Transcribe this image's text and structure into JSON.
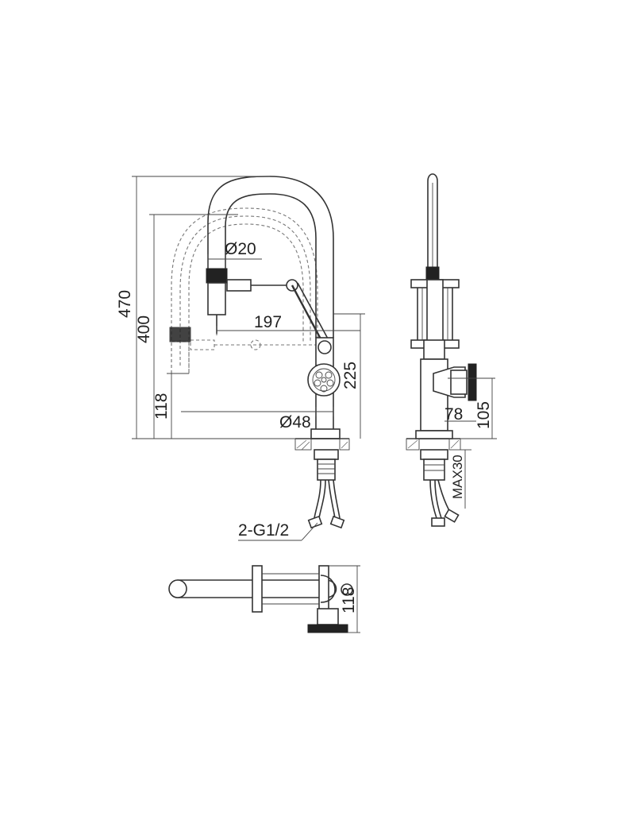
{
  "drawing": {
    "front_view": {
      "dimensions": {
        "total_height": "470",
        "handle_height": "400",
        "pull_out_height": "118",
        "spout_reach": "197",
        "body_height": "225",
        "hose_diameter": "Ø20",
        "base_diameter": "Ø48"
      },
      "connection_label": "2-G1/2"
    },
    "side_view": {
      "dimensions": {
        "handle_offset": "78",
        "handle_height": "105",
        "max_deck_thickness": "MAX30"
      }
    },
    "top_view": {
      "dimensions": {
        "depth": "118"
      }
    },
    "colors": {
      "line": "#333333",
      "accent_block": "#222222",
      "background": "#ffffff"
    }
  }
}
